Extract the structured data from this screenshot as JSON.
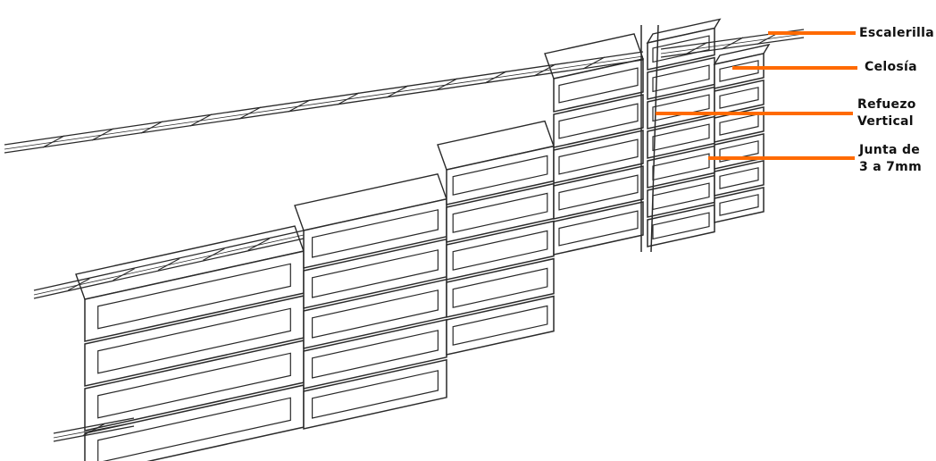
{
  "labels": {
    "escalerilla": "Escalerilla",
    "celosia": "Celosía",
    "refuerzo_line1": "Refuezo",
    "refuerzo_line2": "Vertical",
    "junta_line1": "Junta  de",
    "junta_line2": "3 a 7mm"
  },
  "colors": {
    "leader": "#FF6A00",
    "sketch": "#2a2a2a"
  }
}
